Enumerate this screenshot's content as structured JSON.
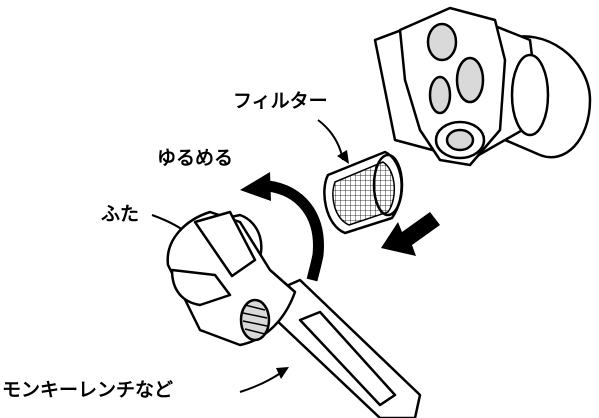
{
  "labels": {
    "filter": "フィルター",
    "loosen": "ゆるめる",
    "cap": "ふた",
    "wrench": "モンキーレンチなど"
  },
  "colors": {
    "line": "#000000",
    "fill": "#ffffff",
    "shade": "#d9d9d9"
  }
}
